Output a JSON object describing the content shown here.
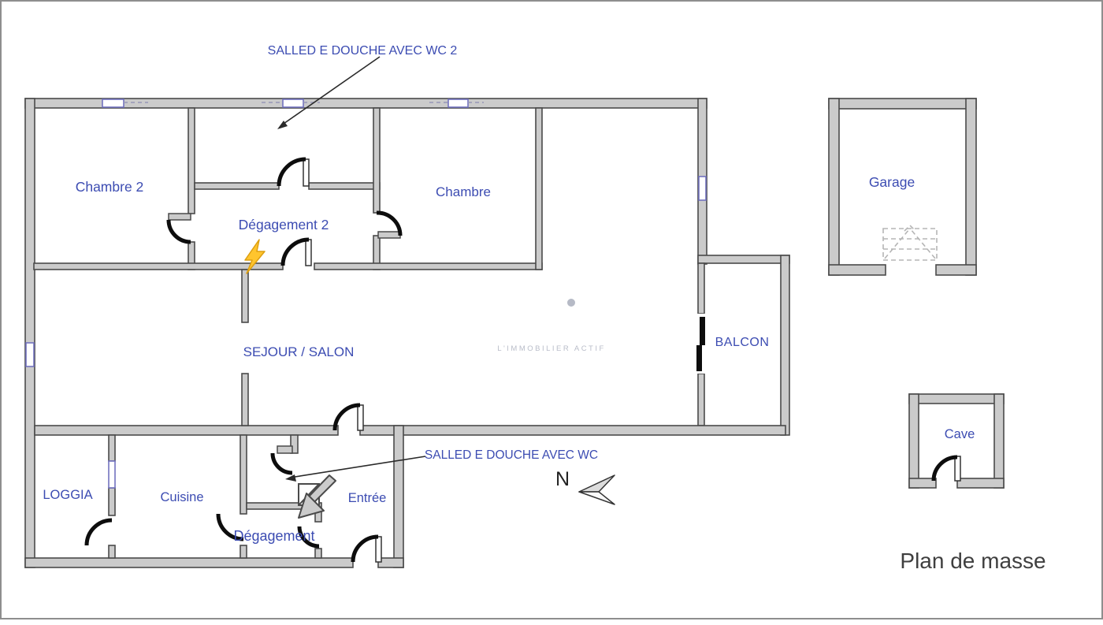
{
  "page": {
    "title_label": "Plan de masse"
  },
  "watermark": {
    "brand": "L'IMMOBILIER ACTIF"
  },
  "compass": {
    "north_label": "N"
  },
  "rooms": {
    "chambre2": {
      "label": "Chambre 2"
    },
    "degagement2": {
      "label": "Dégagement 2"
    },
    "chambre": {
      "label": "Chambre"
    },
    "sejour": {
      "label": "SEJOUR / SALON"
    },
    "balcon": {
      "label": "BALCON"
    },
    "garage": {
      "label": "Garage"
    },
    "cave": {
      "label": "Cave"
    },
    "loggia": {
      "label": "LOGGIA"
    },
    "cuisine": {
      "label": "Cuisine"
    },
    "entree": {
      "label": "Entrée"
    },
    "degagement": {
      "label": "Dégagement"
    }
  },
  "annotations": {
    "shower2": {
      "text": "SALLED E DOUCHE AVEC WC 2"
    },
    "shower1": {
      "text": "SALLED E DOUCHE AVEC WC"
    }
  },
  "colors": {
    "label_blue": "#3c4cb2",
    "wall_fill": "#cbcbcb",
    "wall_stroke": "#4a4a4a",
    "door_black": "#0d0d0d",
    "window_blue": "#7272bf",
    "lightning_yellow": "#ffc52e",
    "title_gray": "#3f3f3f",
    "watermark_gray": "#b9bdc9"
  }
}
